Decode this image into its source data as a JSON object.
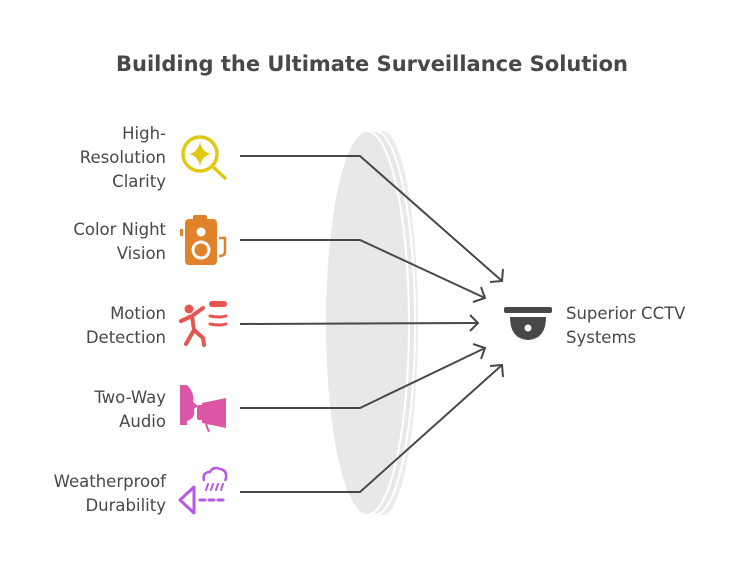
{
  "title": "Building the Ultimate Surveillance Solution",
  "inputs": [
    {
      "label": "High-\nResolution\nClarity",
      "icon": "magnifier-sparkle-icon",
      "color": "#E0C914"
    },
    {
      "label": "Color Night\nVision",
      "icon": "camera-icon",
      "color": "#E0812C"
    },
    {
      "label": "Motion\nDetection",
      "icon": "running-person-icon",
      "color": "#E65550"
    },
    {
      "label": "Two-Way\nAudio",
      "icon": "megaphone-icon",
      "color": "#DC56A8"
    },
    {
      "label": "Weatherproof\nDurability",
      "icon": "rain-cloud-icon",
      "color": "#B957E6"
    }
  ],
  "output": {
    "label": "Superior CCTV\nSystems",
    "icon": "dome-camera-icon",
    "color": "#484848"
  }
}
